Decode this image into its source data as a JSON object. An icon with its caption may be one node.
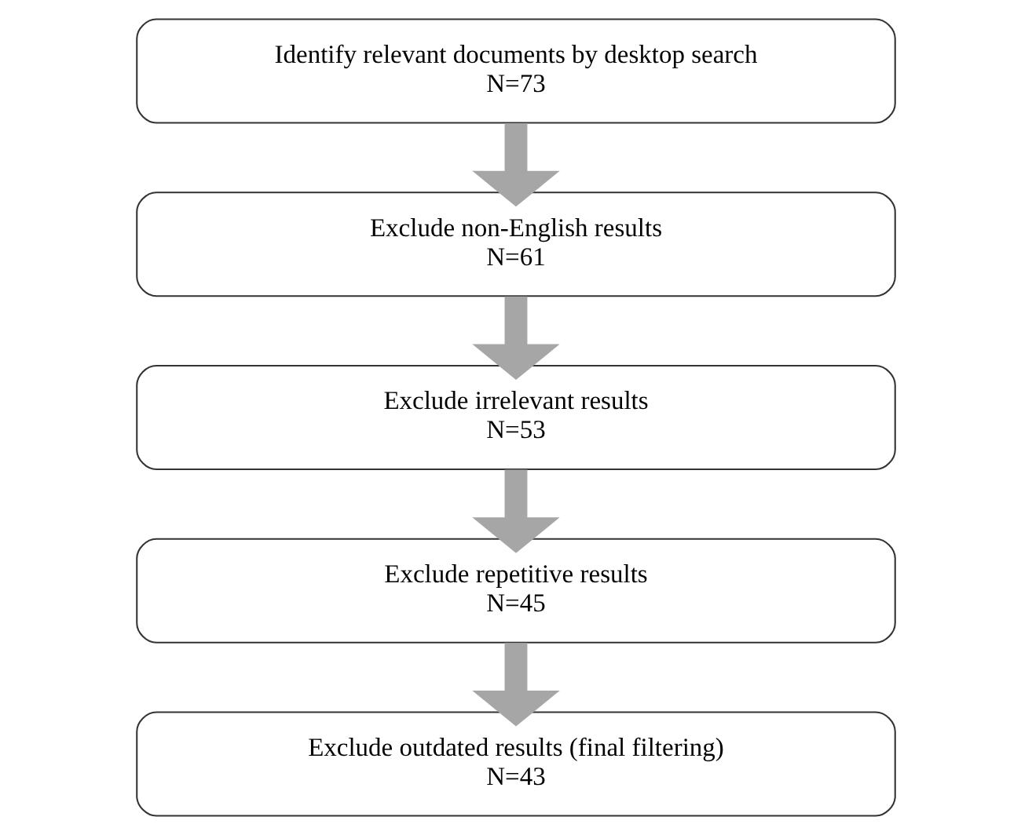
{
  "diagram": {
    "nodes": [
      {
        "text": [
          "Identify relevant documents by desktop search",
          "N=73"
        ]
      },
      {
        "text": [
          "Exclude non-English results",
          "N=61"
        ]
      },
      {
        "text": [
          "Exclude irrelevant results",
          "N=53"
        ]
      },
      {
        "text": [
          "Exclude repetitive results",
          "N=45"
        ]
      },
      {
        "text": [
          "Exclude outdated results (final filtering)",
          "N=43"
        ]
      }
    ],
    "edges": [
      {
        "from": 0,
        "to": 1,
        "arrow": "to"
      },
      {
        "from": 1,
        "to": 2,
        "arrow": "to"
      },
      {
        "from": 2,
        "to": 3,
        "arrow": "to"
      },
      {
        "from": 3,
        "to": 4,
        "arrow": "to"
      }
    ]
  }
}
